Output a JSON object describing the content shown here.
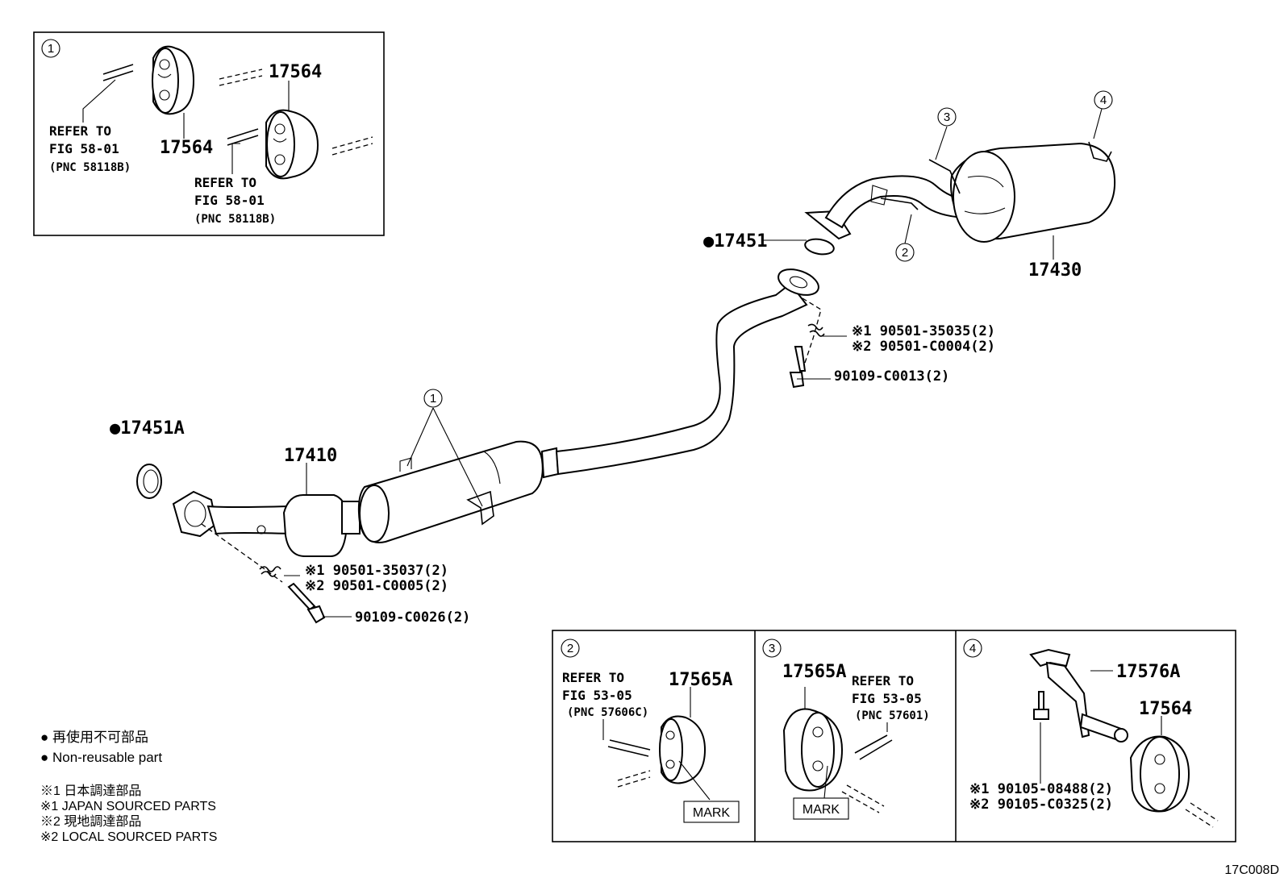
{
  "callouts": {
    "c1": "1",
    "c2": "2",
    "c3": "3",
    "c4": "4"
  },
  "main_parts": {
    "p17451A": "●17451A",
    "p17410": "17410",
    "p17451": "●17451",
    "p17430": "17430",
    "front_spring": {
      "line1": "※1 90501-35037(2)",
      "line2": "※2 90501-C0005(2)"
    },
    "front_bolt": "90109-C0026(2)",
    "rear_spring": {
      "line1": "※1 90501-35035(2)",
      "line2": "※2 90501-C0004(2)"
    },
    "rear_bolt": "90109-C0013(2)"
  },
  "inset1": {
    "part_top": "17564",
    "part_left": "17564",
    "ref_a": {
      "line1": "REFER TO",
      "line2": "FIG 58-01",
      "line3": "(PNC 58118B)"
    },
    "ref_b": {
      "line1": "REFER TO",
      "line2": "FIG 58-01",
      "line3": "(PNC 58118B)"
    }
  },
  "inset2": {
    "part": "17565A",
    "ref": {
      "line1": "REFER TO",
      "line2": "FIG 53-05",
      "line3": "(PNC 57606C)"
    },
    "mark": "MARK"
  },
  "inset3": {
    "part": "17565A",
    "ref": {
      "line1": "REFER TO",
      "line2": "FIG 53-05",
      "line3": "(PNC 57601)"
    },
    "mark": "MARK"
  },
  "inset4": {
    "bracket": "17576A",
    "part": "17564",
    "bolt": {
      "line1": "※1 90105-08488(2)",
      "line2": "※2 90105-C0325(2)"
    }
  },
  "legend": {
    "nonreusable_jp": "● 再使用不可部品",
    "nonreusable_en": "● Non-reusable part",
    "japan_jp": "※1 日本調達部品",
    "japan_en": "※1 JAPAN SOURCED PARTS",
    "local_jp": "※2 現地調達部品",
    "local_en": "※2 LOCAL SOURCED PARTS"
  },
  "figure_code": "17C008D"
}
